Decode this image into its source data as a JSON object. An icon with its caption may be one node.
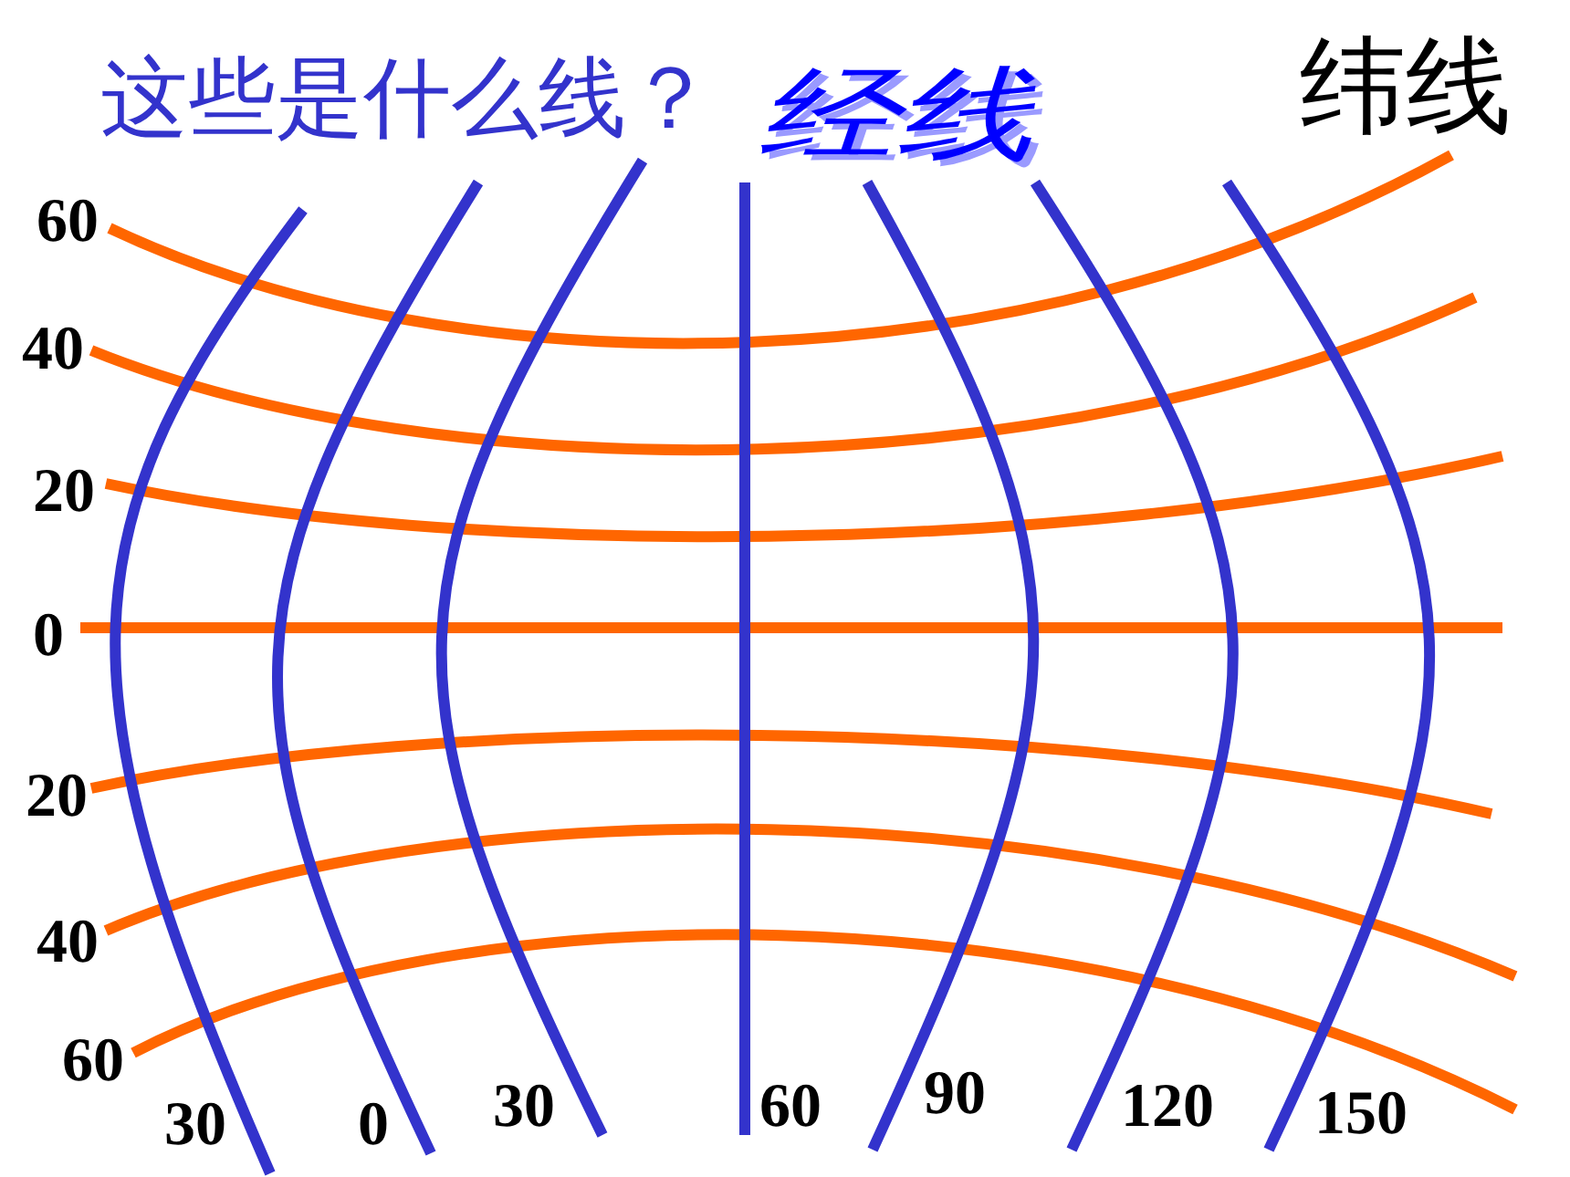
{
  "diagram": {
    "title": "这些是什么线？",
    "labels": [
      "经线",
      "纬线",
      "60",
      "40",
      "20",
      "0",
      "20",
      "40",
      "60",
      "30",
      "0",
      "30",
      "60",
      "90",
      "120",
      "150"
    ]
  }
}
